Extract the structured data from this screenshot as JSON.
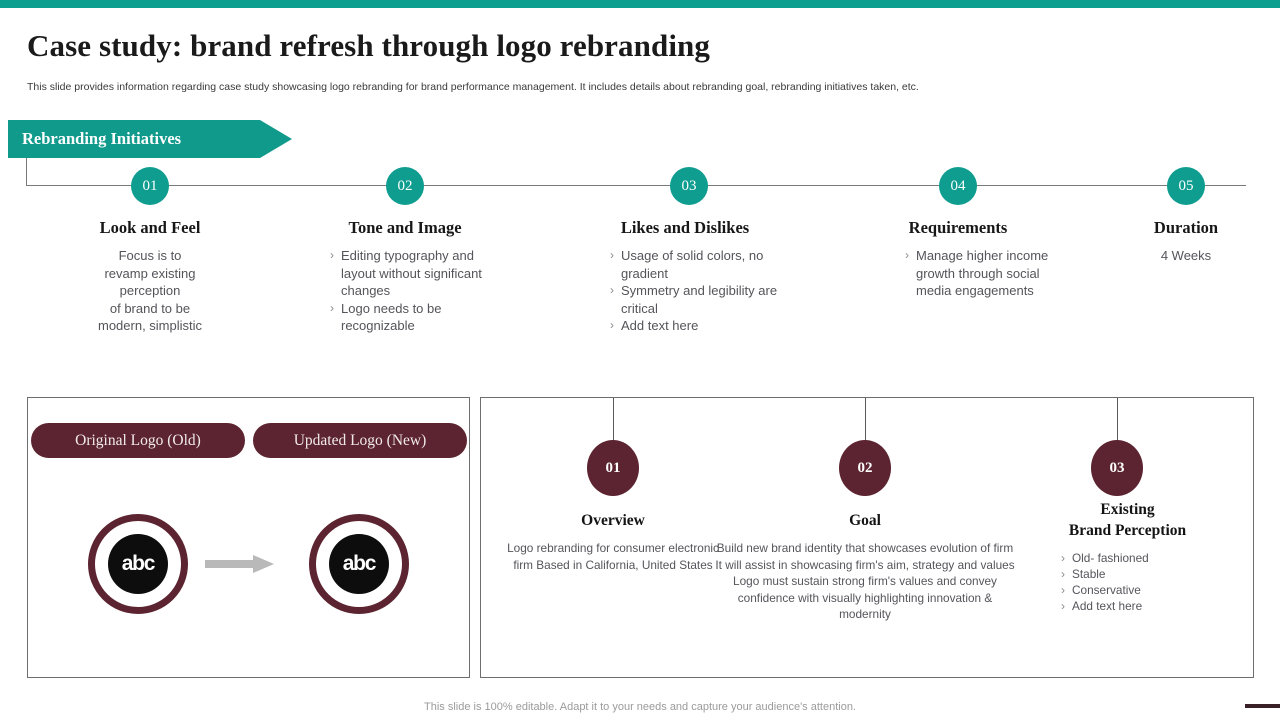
{
  "theme": {
    "accent_teal": "#0f9d90",
    "accent_maroon": "#5b2430",
    "line_gray": "#7a7a7a"
  },
  "header": {
    "title": "Case study: brand refresh through logo rebranding",
    "subtitle": "This slide provides information regarding case study showcasing logo rebranding for brand performance management. It includes details about rebranding goal, rebranding initiatives taken, etc."
  },
  "ribbon": {
    "label": "Rebranding Initiatives"
  },
  "timeline": {
    "columns": [
      {
        "number": "01",
        "title": "Look and Feel",
        "style": "plain",
        "lines": [
          "Focus is to",
          "revamp existing",
          "perception",
          "of brand to be",
          "modern, simplistic"
        ]
      },
      {
        "number": "02",
        "title": "Tone and Image",
        "style": "bullets",
        "bullet_glyph": "›",
        "bullets": [
          "Editing typography and layout without significant changes",
          "Logo needs to be recognizable"
        ]
      },
      {
        "number": "03",
        "title": "Likes and Dislikes",
        "style": "bullets",
        "bullet_glyph": "›",
        "bullets": [
          "Usage of solid colors, no gradient",
          "Symmetry and legibility are critical",
          "Add text here"
        ]
      },
      {
        "number": "04",
        "title": "Requirements",
        "style": "bullets",
        "bullet_glyph": "›",
        "bullets": [
          "Manage higher income growth through social media engagements"
        ]
      },
      {
        "number": "05",
        "title": "Duration",
        "style": "plain",
        "lines": [
          "4 Weeks"
        ]
      }
    ]
  },
  "logo_panel": {
    "old_pill": "Original  Logo (Old)",
    "new_pill": "Updated Logo (New)",
    "old_logo_text": "abc",
    "new_logo_text": "abc",
    "arrow": "arrow-right-icon"
  },
  "detail_panel": {
    "columns": [
      {
        "number": "01",
        "title": "Overview",
        "style": "paragraph",
        "body": "Logo rebranding  for consumer electronic firm Based in California,  United States"
      },
      {
        "number": "02",
        "title": "Goal",
        "style": "paragraph",
        "body": "Build new brand  identity that showcases evolution  of firm It will assist in showcasing firm's aim, strategy and values  Logo must sustain strong firm's values  and convey confidence  with visually highlighting  innovation  & modernity"
      },
      {
        "number": "03",
        "title": "Existing\nBrand Perception",
        "title_line1": "Existing",
        "title_line2": "Brand Perception",
        "style": "bullets",
        "bullet_glyph": "›",
        "bullets": [
          "Old- fashioned",
          "Stable",
          "Conservative",
          "Add text here"
        ]
      }
    ]
  },
  "footer": {
    "note": "This slide is 100% editable. Adapt it to your needs and capture your audience's attention."
  }
}
